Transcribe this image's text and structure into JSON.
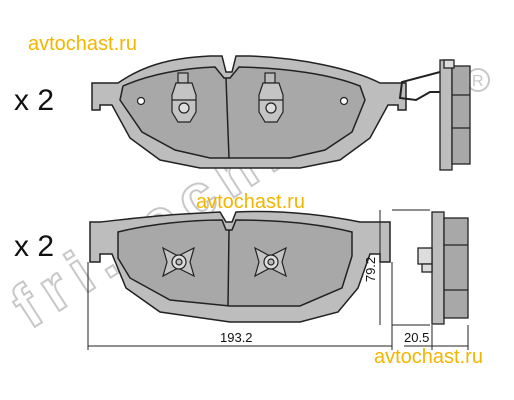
{
  "watermarks": [
    "avtochast.ru",
    "avtochast.ru",
    "avtochast.ru"
  ],
  "logo_text": "fri.tech.",
  "quantity_top": "x 2",
  "quantity_bottom": "x 2",
  "dimensions": {
    "length": "193.2",
    "height": "79.2",
    "thickness": "20.5"
  },
  "colors": {
    "pad_fill": "#a8a8a8",
    "pad_fill_light": "#bdbdbd",
    "line": "#222222",
    "watermark": "#f2b600",
    "logo": "#d4d4d4"
  }
}
